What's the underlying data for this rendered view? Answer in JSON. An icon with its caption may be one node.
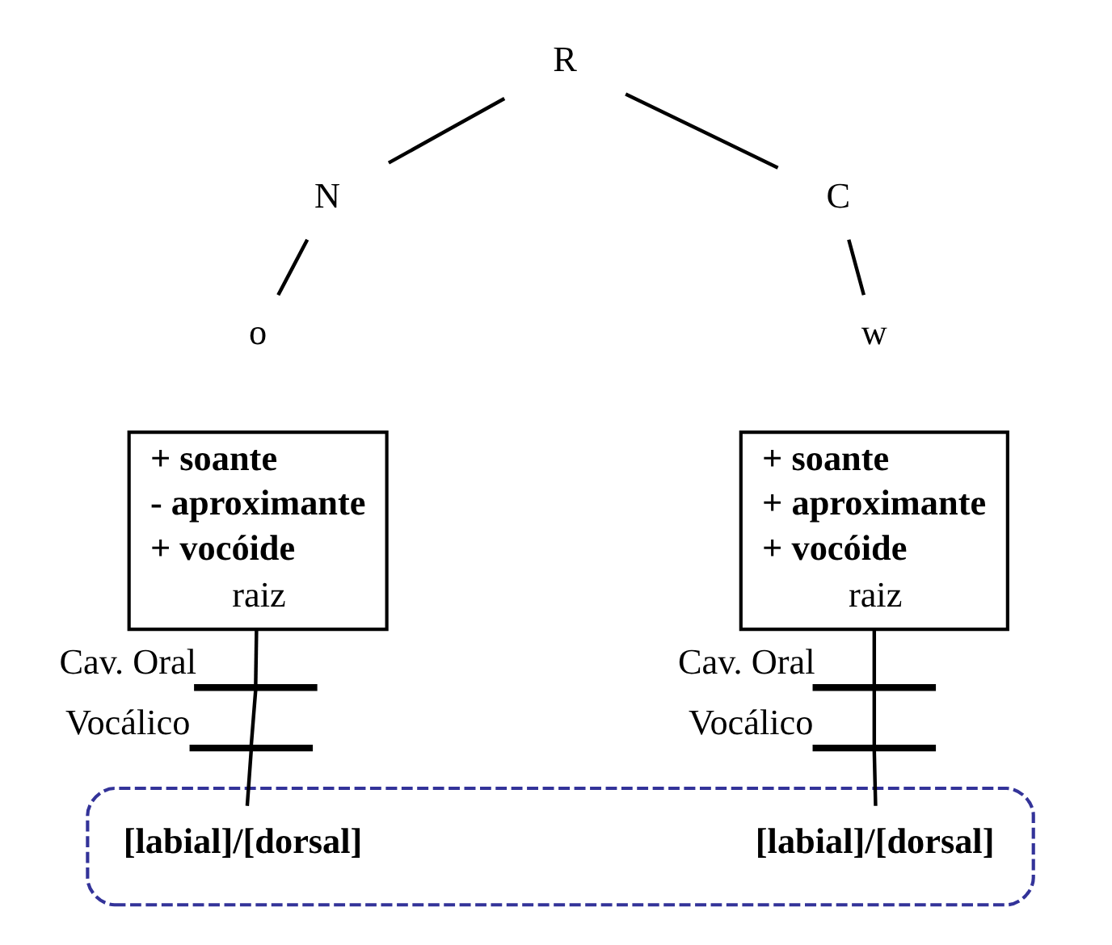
{
  "diagram": {
    "nodes": [
      {
        "text": [
          "R"
        ]
      },
      {
        "text": [
          "N"
        ]
      },
      {
        "text": [
          "C"
        ]
      },
      {
        "text": [
          "o"
        ]
      },
      {
        "text": [
          "w"
        ]
      },
      {
        "text": [
          "+ soante",
          "- aproximante",
          "+ vocóide",
          "raiz"
        ]
      },
      {
        "text": [
          "+ soante",
          "+ aproximante",
          "+ vocóide",
          "raiz"
        ]
      },
      {
        "text": [],
        "shape": "bar",
        "beside": [
          "Cav. Oral"
        ]
      },
      {
        "text": [],
        "shape": "bar",
        "beside": [
          "Cav. Oral"
        ]
      },
      {
        "text": [],
        "shape": "bar",
        "beside": [
          "Vocálico"
        ]
      },
      {
        "text": [],
        "shape": "bar",
        "beside": [
          "Vocálico"
        ]
      },
      {
        "text": [],
        "shape": "ellipse"
      },
      {
        "text": [
          "[labial]/[dorsal]"
        ],
        "in": 11
      },
      {
        "text": [
          "[labial]/[dorsal]"
        ],
        "in": 11
      }
    ],
    "edges": [
      {
        "from": 0,
        "to": 1,
        "arrow": "none"
      },
      {
        "from": 0,
        "to": 2,
        "arrow": "none"
      },
      {
        "from": 1,
        "to": 3,
        "arrow": "none"
      },
      {
        "from": 2,
        "to": 4,
        "arrow": "none"
      },
      {
        "from": 5,
        "to": 7,
        "arrow": "none"
      },
      {
        "from": 6,
        "to": 8,
        "arrow": "none"
      },
      {
        "from": 7,
        "to": 9,
        "arrow": "none"
      },
      {
        "from": 8,
        "to": 10,
        "arrow": "none"
      },
      {
        "from": 9,
        "to": 12,
        "arrow": "none"
      },
      {
        "from": 10,
        "to": 13,
        "arrow": "none"
      }
    ]
  }
}
